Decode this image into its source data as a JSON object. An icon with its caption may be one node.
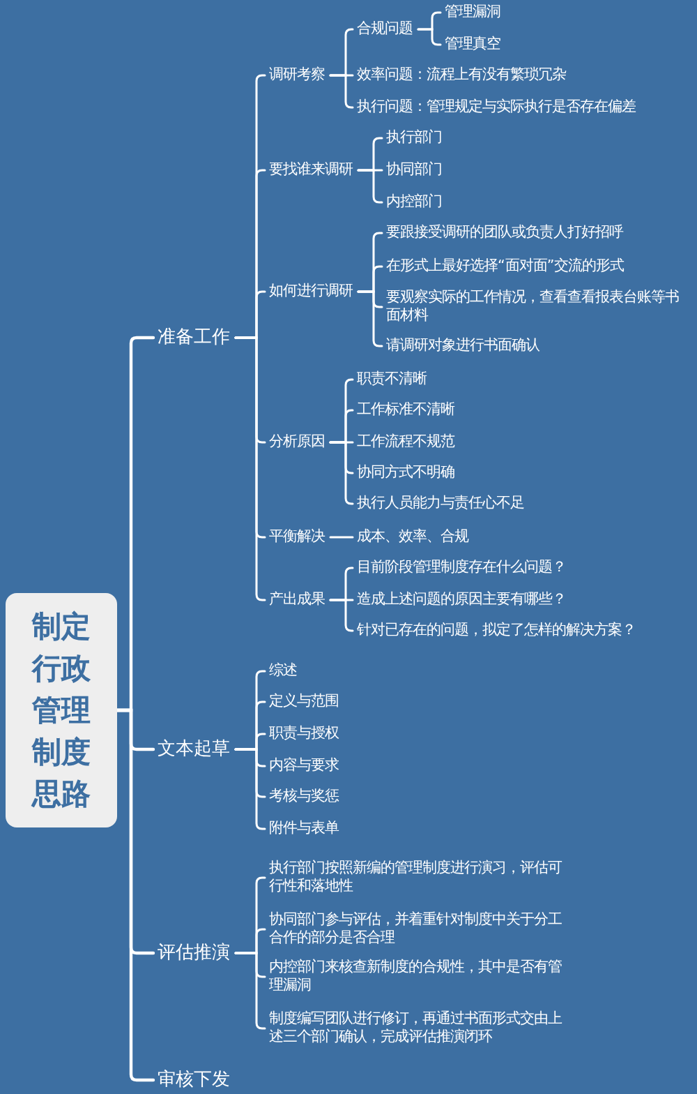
{
  "diagram": {
    "nodes": [
      {
        "text": [
          "制定行政管理制度思路"
        ]
      },
      {
        "text": [
          "准备工作"
        ]
      },
      {
        "text": [
          "调研考察"
        ]
      },
      {
        "text": [
          "合规问题"
        ]
      },
      {
        "text": [
          "管理漏洞"
        ]
      },
      {
        "text": [
          "管理真空"
        ]
      },
      {
        "text": [
          "效率问题：流程上有没有繁琐冗杂"
        ]
      },
      {
        "text": [
          "执行问题：管理规定与实际执行是否存在偏差"
        ]
      },
      {
        "text": [
          "要找谁来调研"
        ]
      },
      {
        "text": [
          "执行部门"
        ]
      },
      {
        "text": [
          "协同部门"
        ]
      },
      {
        "text": [
          "内控部门"
        ]
      },
      {
        "text": [
          "如何进行调研"
        ]
      },
      {
        "text": [
          "要跟接受调研的团队或负责人打好招呼"
        ]
      },
      {
        "text": [
          "在形式上最好选择“面对面”交流的形式"
        ]
      },
      {
        "text": [
          "要观察实际的工作情况，查看查看报表台账等书面材料"
        ]
      },
      {
        "text": [
          "请调研对象进行书面确认"
        ]
      },
      {
        "text": [
          "分析原因"
        ]
      },
      {
        "text": [
          "职责不清晰"
        ]
      },
      {
        "text": [
          "工作标准不清晰"
        ]
      },
      {
        "text": [
          "工作流程不规范"
        ]
      },
      {
        "text": [
          "协同方式不明确"
        ]
      },
      {
        "text": [
          "执行人员能力与责任心不足"
        ]
      },
      {
        "text": [
          "平衡解决"
        ]
      },
      {
        "text": [
          "成本、效率、合规"
        ]
      },
      {
        "text": [
          "产出成果"
        ]
      },
      {
        "text": [
          "目前阶段管理制度存在什么问题？"
        ]
      },
      {
        "text": [
          "造成上述问题的原因主要有哪些？"
        ]
      },
      {
        "text": [
          "针对已存在的问题，拟定了怎样的解决方案？"
        ]
      },
      {
        "text": [
          "文本起草"
        ]
      },
      {
        "text": [
          "综述"
        ]
      },
      {
        "text": [
          "定义与范围"
        ]
      },
      {
        "text": [
          "职责与授权"
        ]
      },
      {
        "text": [
          "内容与要求"
        ]
      },
      {
        "text": [
          "考核与奖惩"
        ]
      },
      {
        "text": [
          "附件与表单"
        ]
      },
      {
        "text": [
          "评估推演"
        ]
      },
      {
        "text": [
          "执行部门按照新编的管理制度进行演习，评估可行性和落地性"
        ]
      },
      {
        "text": [
          "协同部门参与评估，并着重针对制度中关于分工合作的部分是否合理"
        ]
      },
      {
        "text": [
          "内控部门来核查新制度的合规性，其中是否有管理漏洞"
        ]
      },
      {
        "text": [
          "制度编写团队进行修订，再通过书面形式交由上述三个部门确认，完成评估推演闭环"
        ]
      },
      {
        "text": [
          "审核下发"
        ]
      }
    ],
    "edges": [
      {
        "from": 0,
        "to": 1,
        "arrow": "none"
      },
      {
        "from": 0,
        "to": 29,
        "arrow": "none"
      },
      {
        "from": 0,
        "to": 36,
        "arrow": "none"
      },
      {
        "from": 0,
        "to": 41,
        "arrow": "none"
      },
      {
        "from": 1,
        "to": 2,
        "arrow": "none"
      },
      {
        "from": 1,
        "to": 8,
        "arrow": "none"
      },
      {
        "from": 1,
        "to": 12,
        "arrow": "none"
      },
      {
        "from": 1,
        "to": 17,
        "arrow": "none"
      },
      {
        "from": 1,
        "to": 23,
        "arrow": "none"
      },
      {
        "from": 1,
        "to": 25,
        "arrow": "none"
      },
      {
        "from": 2,
        "to": 3,
        "arrow": "none"
      },
      {
        "from": 2,
        "to": 6,
        "arrow": "none"
      },
      {
        "from": 2,
        "to": 7,
        "arrow": "none"
      },
      {
        "from": 3,
        "to": 4,
        "arrow": "none"
      },
      {
        "from": 3,
        "to": 5,
        "arrow": "none"
      },
      {
        "from": 8,
        "to": 9,
        "arrow": "none"
      },
      {
        "from": 8,
        "to": 10,
        "arrow": "none"
      },
      {
        "from": 8,
        "to": 11,
        "arrow": "none"
      },
      {
        "from": 12,
        "to": 13,
        "arrow": "none"
      },
      {
        "from": 12,
        "to": 14,
        "arrow": "none"
      },
      {
        "from": 12,
        "to": 15,
        "arrow": "none"
      },
      {
        "from": 12,
        "to": 16,
        "arrow": "none"
      },
      {
        "from": 17,
        "to": 18,
        "arrow": "none"
      },
      {
        "from": 17,
        "to": 19,
        "arrow": "none"
      },
      {
        "from": 17,
        "to": 20,
        "arrow": "none"
      },
      {
        "from": 17,
        "to": 21,
        "arrow": "none"
      },
      {
        "from": 17,
        "to": 22,
        "arrow": "none"
      },
      {
        "from": 23,
        "to": 24,
        "arrow": "none"
      },
      {
        "from": 25,
        "to": 26,
        "arrow": "none"
      },
      {
        "from": 25,
        "to": 27,
        "arrow": "none"
      },
      {
        "from": 25,
        "to": 28,
        "arrow": "none"
      },
      {
        "from": 29,
        "to": 30,
        "arrow": "none"
      },
      {
        "from": 29,
        "to": 31,
        "arrow": "none"
      },
      {
        "from": 29,
        "to": 32,
        "arrow": "none"
      },
      {
        "from": 29,
        "to": 33,
        "arrow": "none"
      },
      {
        "from": 29,
        "to": 34,
        "arrow": "none"
      },
      {
        "from": 29,
        "to": 35,
        "arrow": "none"
      },
      {
        "from": 36,
        "to": 37,
        "arrow": "none"
      },
      {
        "from": 36,
        "to": 38,
        "arrow": "none"
      },
      {
        "from": 36,
        "to": 39,
        "arrow": "none"
      },
      {
        "from": 36,
        "to": 40,
        "arrow": "none"
      }
    ]
  }
}
